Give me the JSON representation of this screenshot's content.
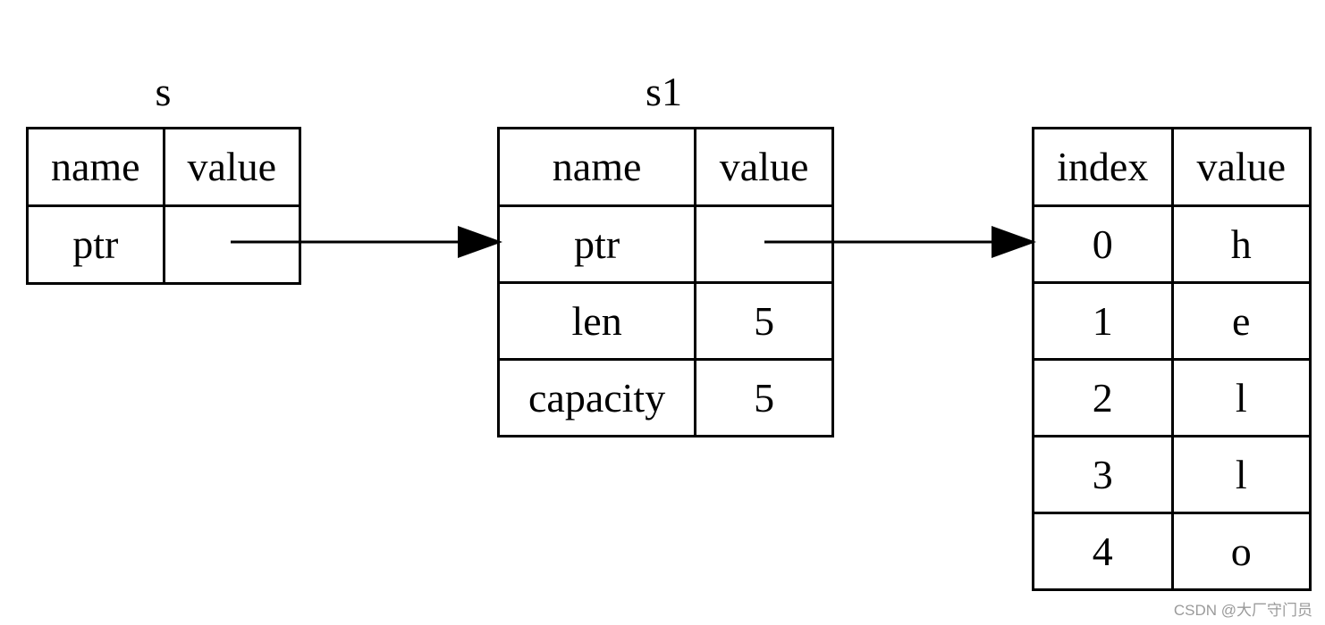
{
  "s": {
    "title": "s",
    "header": [
      "name",
      "value"
    ],
    "rows": [
      [
        "ptr",
        ""
      ]
    ]
  },
  "s1": {
    "title": "s1",
    "header": [
      "name",
      "value"
    ],
    "rows": [
      [
        "ptr",
        ""
      ],
      [
        "len",
        "5"
      ],
      [
        "capacity",
        "5"
      ]
    ]
  },
  "heap": {
    "header": [
      "index",
      "value"
    ],
    "rows": [
      [
        "0",
        "h"
      ],
      [
        "1",
        "e"
      ],
      [
        "2",
        "l"
      ],
      [
        "3",
        "l"
      ],
      [
        "4",
        "o"
      ]
    ]
  },
  "watermark": "CSDN @大厂守门员"
}
